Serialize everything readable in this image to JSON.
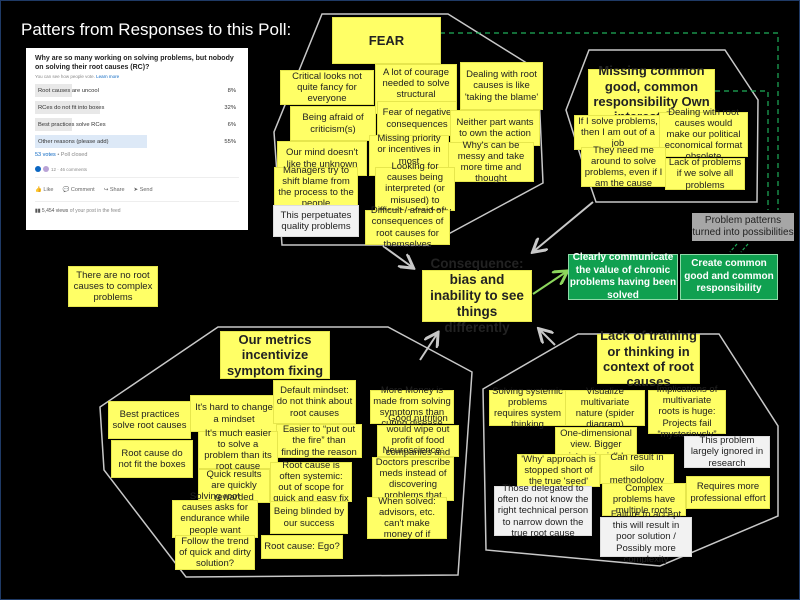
{
  "page_title": "Patters from Responses to this Poll:",
  "poll": {
    "question": "Why are so many working on solving problems, but nobody on solving their root causes (RC)?",
    "visibility_note": "You can see how people vote.",
    "learn_more": "Learn more",
    "options": [
      {
        "label": "Root causes are uncool",
        "percent": "8%",
        "value": 8,
        "selected": false
      },
      {
        "label": "RCes do not fit into boxes",
        "percent": "32%",
        "value": 32,
        "selected": false
      },
      {
        "label": "Best practices solve RCes",
        "percent": "6%",
        "value": 6,
        "selected": false
      },
      {
        "label": "Other reasons (please add)",
        "percent": "55%",
        "value": 55,
        "selected": true
      }
    ],
    "votes": "53 votes",
    "status": "• Poll closed",
    "reactions": "12 · 46 comments",
    "actions": [
      "Like",
      "Comment",
      "Share",
      "Send"
    ],
    "views": "5,454 views",
    "views_suffix": "of your post in the feed"
  },
  "standalone_note": "There are no root causes to complex problems",
  "fear": {
    "heading": "FEAR",
    "notes": [
      "Critical looks not quite fancy for everyone",
      "A lot of courage needed to solve structural problems",
      "Dealing with root causes is like 'taking the blame'",
      "Being afraid of criticism(s)",
      "Fear of negative consequences",
      "Neither part wants to own the action",
      "Our mind doesn't like the unknown",
      "Missing priority or incentives in most organisations",
      "Why's can be messy and take more time and thought",
      "Managers try to shift blame from the process to the people",
      "Looking for causes being interpreted (or misused) to blame somebody",
      "This perpetuates quality problems",
      "Difficult / afraid of consequences of root causes for themselves"
    ]
  },
  "common_good": {
    "heading": "Missing common good, common responsibility Own interest first",
    "notes": [
      "If I solve problems, then I am out of a job",
      "Dealing with root causes would make our political economical format obsolete",
      "They need me around to solve problems, even if I am the cause",
      "Lack of problems if we solve all problems"
    ]
  },
  "possibilities_label": "Problem patterns turned into possibilities",
  "consequence": "Consequence: bias and inability to see things differently",
  "solutions": [
    "Clearly communicate the value of chronic problems having been solved",
    "Create common good and common responsibility"
  ],
  "metrics": {
    "heading": "Our metrics incentivize symptom fixing",
    "notes": [
      "Best practices solve root causes",
      "It's hard to change a mindset",
      "Default mindset: do not think about root causes",
      "Easier to “put out the fire” than finding the reason",
      "Root cause do not fit the boxes",
      "It's much easier to solve a problem than its root cause",
      "Quick results are quickly rewarded",
      "Root cause is often systemic: out of scope for quick and easy fix",
      "Solving root causes asks for endurance while people want solutions",
      "Being blinded by our success",
      "Follow the trend of quick and dirty solution?",
      "Root cause: Ego?",
      "More Money is made from solving symptoms than curing disease",
      "Good nutrition would wipe out profit of food companies and pharma",
      "Neuroscience: Doctors prescribe meds instead of discovering problems that stick",
      "When solved: advisors, etc. can't make money of if"
    ]
  },
  "training": {
    "heading": "Lack of training or thinking in context of root causes",
    "notes": [
      "Solving systemic problems requires system thinking",
      "Visualize multivariate nature (spider diagram)",
      "Implications of multivariate roots is huge: Projects fail “mysteriously”",
      "One-dimensional view. Bigger picture invisible",
      "This problem largely ignored in research",
      "'Why' approach is stopped short of the true 'seed'",
      "Can result in silo methodology",
      "Those delegated to often do not know the right technical person to narrow down the true root cause",
      "Complex problems have multiple roots",
      "Requires more professional effort",
      "Failure to accept this will result in poor solution / Possibly more complexity"
    ]
  },
  "colors": {
    "note": "#ffff66",
    "solution": "#10a050",
    "connector_dashed": "#1fae5a",
    "outline": "#c8c8c8"
  }
}
